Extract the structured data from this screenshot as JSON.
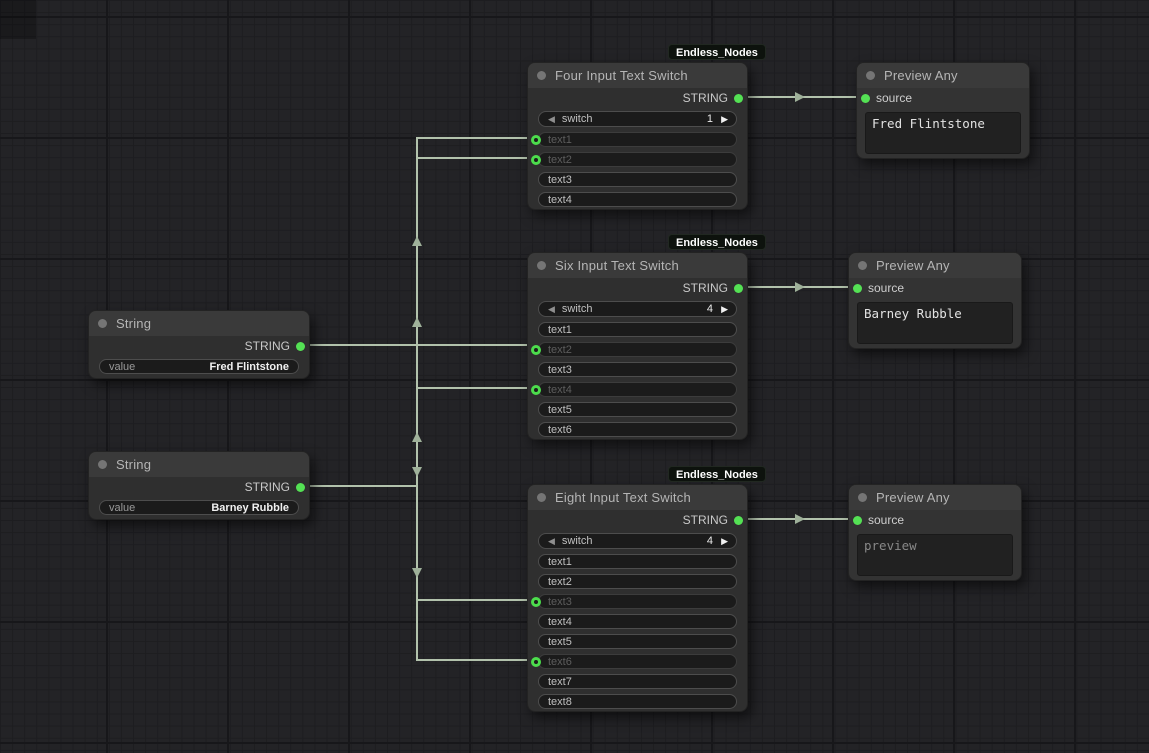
{
  "badge": "Endless_Nodes",
  "colors": {
    "accent_green": "#54e154",
    "wire": "#b2c2ac"
  },
  "string1": {
    "title": "String",
    "output_label": "STRING",
    "value_label": "value",
    "value": "Fred Flintstone"
  },
  "string2": {
    "title": "String",
    "output_label": "STRING",
    "value_label": "value",
    "value": "Barney Rubble"
  },
  "four": {
    "title": "Four Input Text Switch",
    "output_label": "STRING",
    "switch_label": "switch",
    "switch_value": "1",
    "rows": [
      {
        "label": "text1",
        "connected": true
      },
      {
        "label": "text2",
        "connected": true
      },
      {
        "label": "text3",
        "connected": false
      },
      {
        "label": "text4",
        "connected": false
      }
    ]
  },
  "six": {
    "title": "Six Input Text Switch",
    "output_label": "STRING",
    "switch_label": "switch",
    "switch_value": "4",
    "rows": [
      {
        "label": "text1",
        "connected": false
      },
      {
        "label": "text2",
        "connected": true
      },
      {
        "label": "text3",
        "connected": false
      },
      {
        "label": "text4",
        "connected": true
      },
      {
        "label": "text5",
        "connected": false
      },
      {
        "label": "text6",
        "connected": false
      }
    ]
  },
  "eight": {
    "title": "Eight Input Text Switch",
    "output_label": "STRING",
    "switch_label": "switch",
    "switch_value": "4",
    "rows": [
      {
        "label": "text1",
        "connected": false
      },
      {
        "label": "text2",
        "connected": false
      },
      {
        "label": "text3",
        "connected": true
      },
      {
        "label": "text4",
        "connected": false
      },
      {
        "label": "text5",
        "connected": false
      },
      {
        "label": "text6",
        "connected": true
      },
      {
        "label": "text7",
        "connected": false
      },
      {
        "label": "text8",
        "connected": false
      }
    ]
  },
  "preview1": {
    "title": "Preview Any",
    "input_label": "source",
    "text": "Fred Flintstone"
  },
  "preview2": {
    "title": "Preview Any",
    "input_label": "source",
    "text": "Barney Rubble"
  },
  "preview3": {
    "title": "Preview Any",
    "input_label": "source",
    "text": "preview",
    "is_placeholder": true
  },
  "icons": {
    "prev": "◀",
    "next": "▶"
  }
}
